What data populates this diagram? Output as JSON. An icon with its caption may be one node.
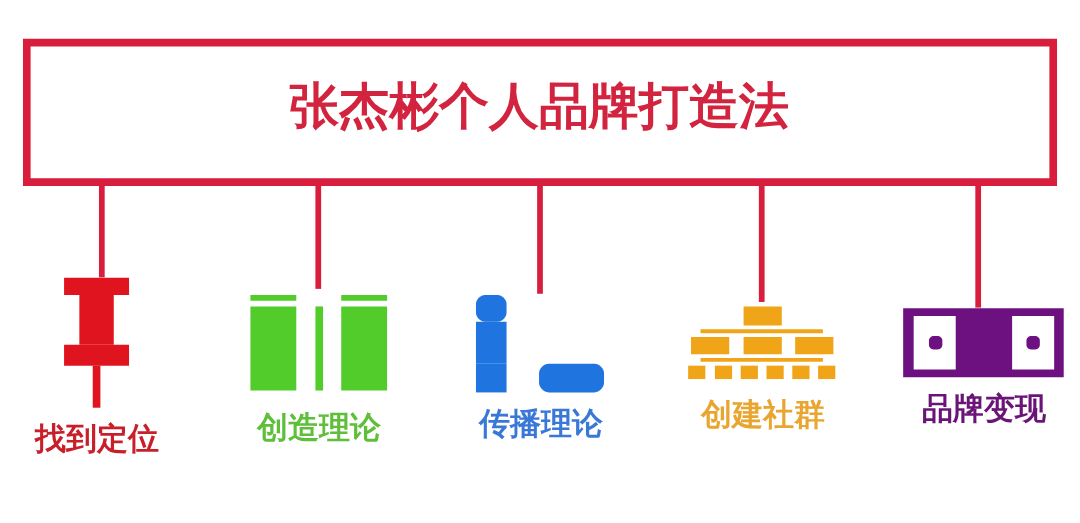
{
  "diagram": {
    "nodes": [
      {
        "text": [
          "张杰彬个人品牌打造法"
        ]
      },
      {
        "text": [],
        "shape": "picture",
        "beside": [
          "找到定位"
        ]
      },
      {
        "text": [],
        "shape": "picture",
        "beside": [
          "创造理论"
        ]
      },
      {
        "text": [],
        "shape": "picture",
        "beside": [
          "传播理论"
        ]
      },
      {
        "text": [],
        "shape": "picture",
        "beside": [
          "创建社群"
        ]
      },
      {
        "text": [],
        "shape": "picture",
        "beside": [
          "品牌变现"
        ]
      }
    ],
    "edges": [
      {
        "from": 0,
        "to": 1,
        "arrow": "none"
      },
      {
        "from": 0,
        "to": 2,
        "arrow": "none"
      },
      {
        "from": 0,
        "to": 3,
        "arrow": "none"
      },
      {
        "from": 0,
        "to": 4,
        "arrow": "none"
      },
      {
        "from": 0,
        "to": 5,
        "arrow": "none"
      }
    ]
  }
}
